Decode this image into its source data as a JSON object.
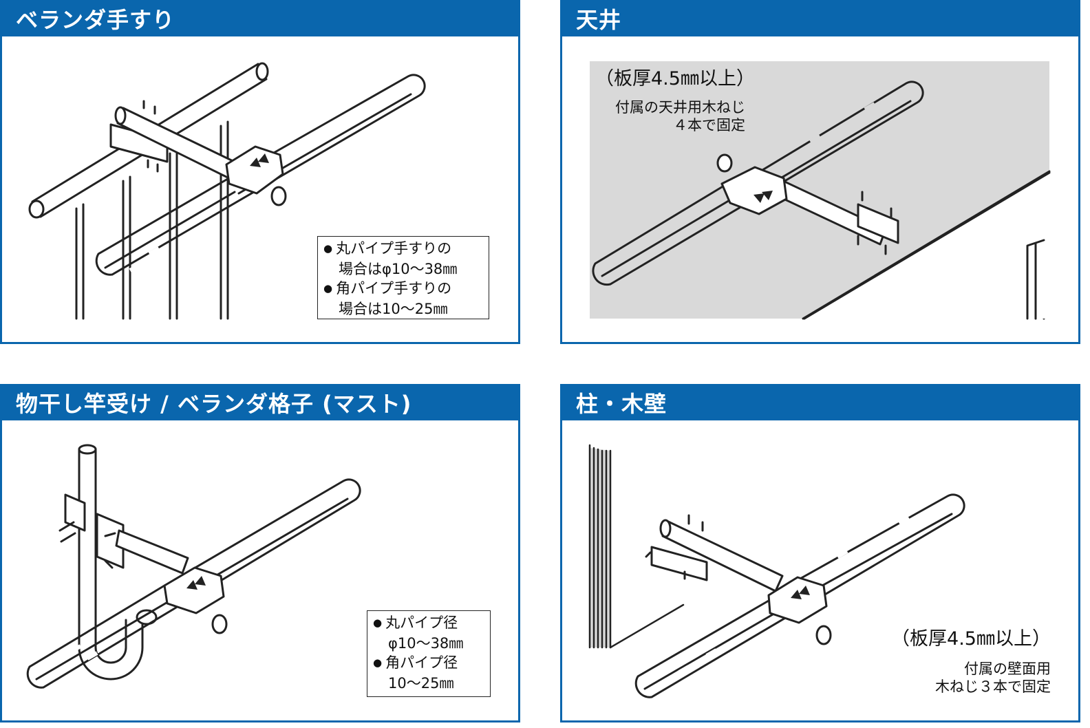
{
  "panels": {
    "veranda": {
      "title": "ベランダ手すり",
      "notes": [
        {
          "line1": "丸パイプ手すりの",
          "line2": "場合はφ10〜38㎜"
        },
        {
          "line1": "角パイプ手すりの",
          "line2": "場合は10〜25㎜"
        }
      ]
    },
    "ceiling": {
      "title": "天井",
      "thickness": "（板厚4.5㎜以上）",
      "screw_line1": "付属の天井用木ねじ",
      "screw_line2": "４本で固定"
    },
    "mast": {
      "title": "物干し竿受け / ベランダ格子 (マスト)",
      "notes": [
        {
          "line1": "丸パイプ径",
          "line2": "φ10〜38㎜"
        },
        {
          "line1": "角パイプ径",
          "line2": "10〜25㎜"
        }
      ]
    },
    "wall": {
      "title": "柱・木壁",
      "thickness": "（板厚4.5㎜以上）",
      "screw_line1": "付属の壁面用",
      "screw_line2": "木ねじ３本で固定"
    }
  },
  "colors": {
    "header_blue": "#0a66ad",
    "ceiling_gray": "#d9d9d9",
    "line": "#222222"
  },
  "icons": [
    "antenna-drawing",
    "bracket-drawing",
    "railing-drawing",
    "mast-drawing",
    "wall-drawing"
  ]
}
